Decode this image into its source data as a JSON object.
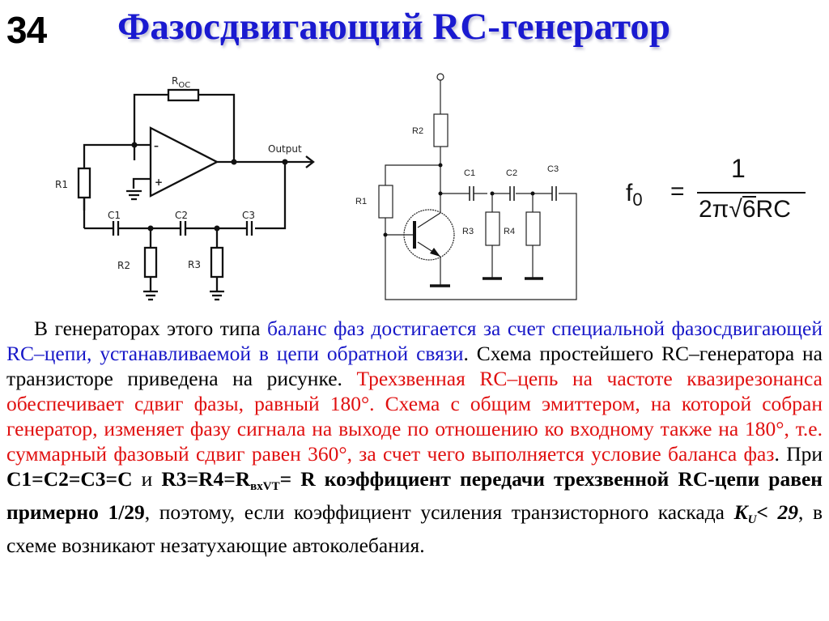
{
  "slide": {
    "number": "34",
    "title": "Фазосдвигающий RC-генератор"
  },
  "diagram_opamp": {
    "labels": {
      "r_oc": "R",
      "r_oc_sub": "OC",
      "minus": "–",
      "plus": "+",
      "output": "Output",
      "r1": "R1",
      "r2": "R2",
      "r3": "R3",
      "c1": "C1",
      "c2": "C2",
      "c3": "C3"
    }
  },
  "diagram_transistor": {
    "labels": {
      "r1": "R1",
      "r2": "R2",
      "r3": "R3",
      "r4": "R4",
      "c1": "C1",
      "c2": "C2",
      "c3": "C3"
    }
  },
  "formula": {
    "lhs": "f",
    "lhs_sub": "0",
    "eq": "=",
    "numerator": "1",
    "den_prefix": "2π",
    "den_sqrt_sign": "√",
    "den_sqrt_arg": "6",
    "den_suffix": "RC"
  },
  "paragraph": {
    "s1_black": "В генераторах этого типа ",
    "s1_blue": "баланс фаз достигается за счет специальной фазосдвигающей RC–цепи, устанавливаемой в цепи обратной связи",
    "s1_end": ". Схема простейшего RC–генератора на транзисторе приведена на рисунке.",
    "s2_red": "Трехзвенная RC–цепь на частоте квазирезонанса обеспечивает сдвиг фазы, равный 180°. Схема с общим эмиттером, на которой собран генератор, изменяет фазу сигнала на выходе по отношению ко входному также на 180°, т.е. суммарный фазовый сдвиг равен 360°, за счет чего выполняется условие баланса фаз",
    "s2_end": ". При ",
    "cond1": "C1=C2=C3=C",
    "and": " и ",
    "cond2_pre": "R3=R4=R",
    "cond2_sub": "вхVT",
    "cond2_post": "= R коэффициент передачи трехзвенной RC-цепи равен примерно 1/29",
    "s3": ", поэтому, если коэффициент усиления транзисторного каскада ",
    "ku": "K",
    "ku_sub": "U",
    "ku_cond": "< 29",
    "s3_end": ", в схеме возникают незатухающие автоколебания."
  },
  "colors": {
    "title": "#1a1ad0",
    "blue_text": "#1818c8",
    "red_text": "#e01010"
  }
}
